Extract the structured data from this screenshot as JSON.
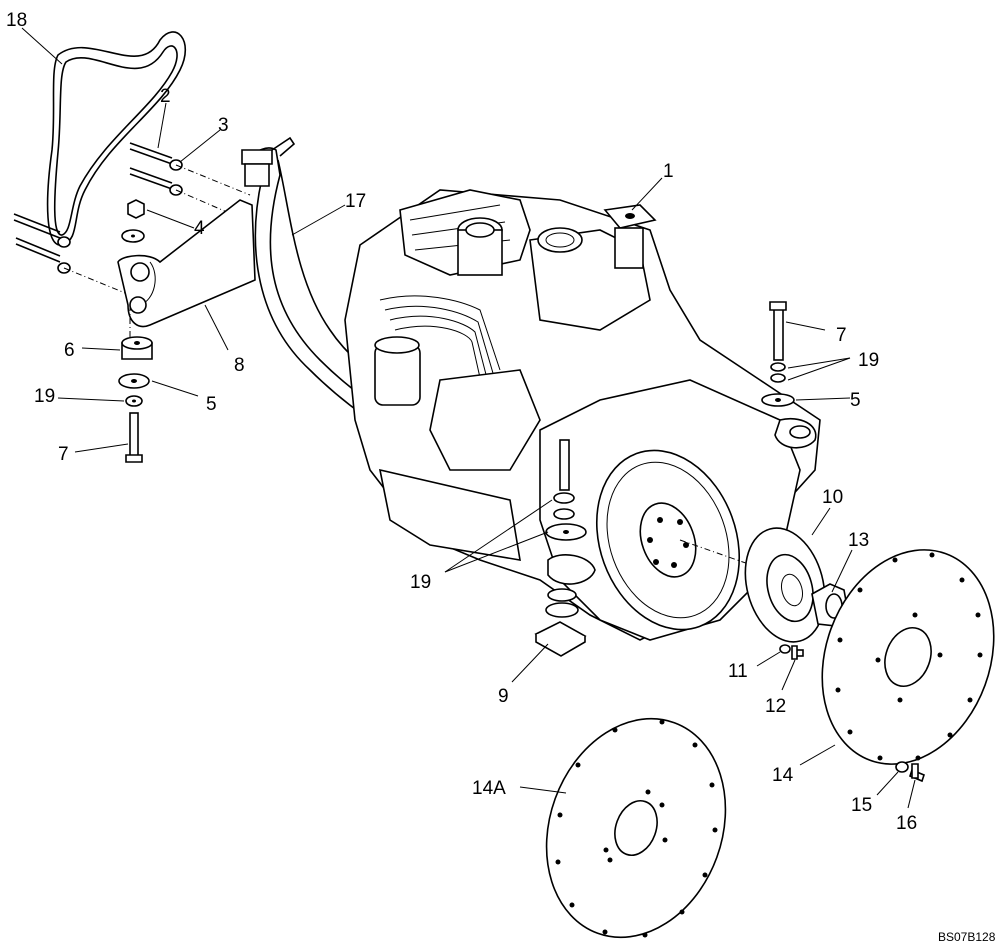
{
  "figure_code": "BS07B128",
  "callouts": [
    {
      "id": "c1",
      "text": "1"
    },
    {
      "id": "c2",
      "text": "2"
    },
    {
      "id": "c3",
      "text": "3"
    },
    {
      "id": "c4",
      "text": "4"
    },
    {
      "id": "c5a",
      "text": "5"
    },
    {
      "id": "c5b",
      "text": "5"
    },
    {
      "id": "c6",
      "text": "6"
    },
    {
      "id": "c7a",
      "text": "7"
    },
    {
      "id": "c7b",
      "text": "7"
    },
    {
      "id": "c8",
      "text": "8"
    },
    {
      "id": "c9",
      "text": "9"
    },
    {
      "id": "c10",
      "text": "10"
    },
    {
      "id": "c11",
      "text": "11"
    },
    {
      "id": "c12",
      "text": "12"
    },
    {
      "id": "c13",
      "text": "13"
    },
    {
      "id": "c14",
      "text": "14"
    },
    {
      "id": "c14a",
      "text": "14A"
    },
    {
      "id": "c15",
      "text": "15"
    },
    {
      "id": "c16",
      "text": "16"
    },
    {
      "id": "c17",
      "text": "17"
    },
    {
      "id": "c18",
      "text": "18"
    },
    {
      "id": "c19a",
      "text": "19"
    },
    {
      "id": "c19b",
      "text": "19"
    },
    {
      "id": "c19c",
      "text": "19"
    }
  ]
}
